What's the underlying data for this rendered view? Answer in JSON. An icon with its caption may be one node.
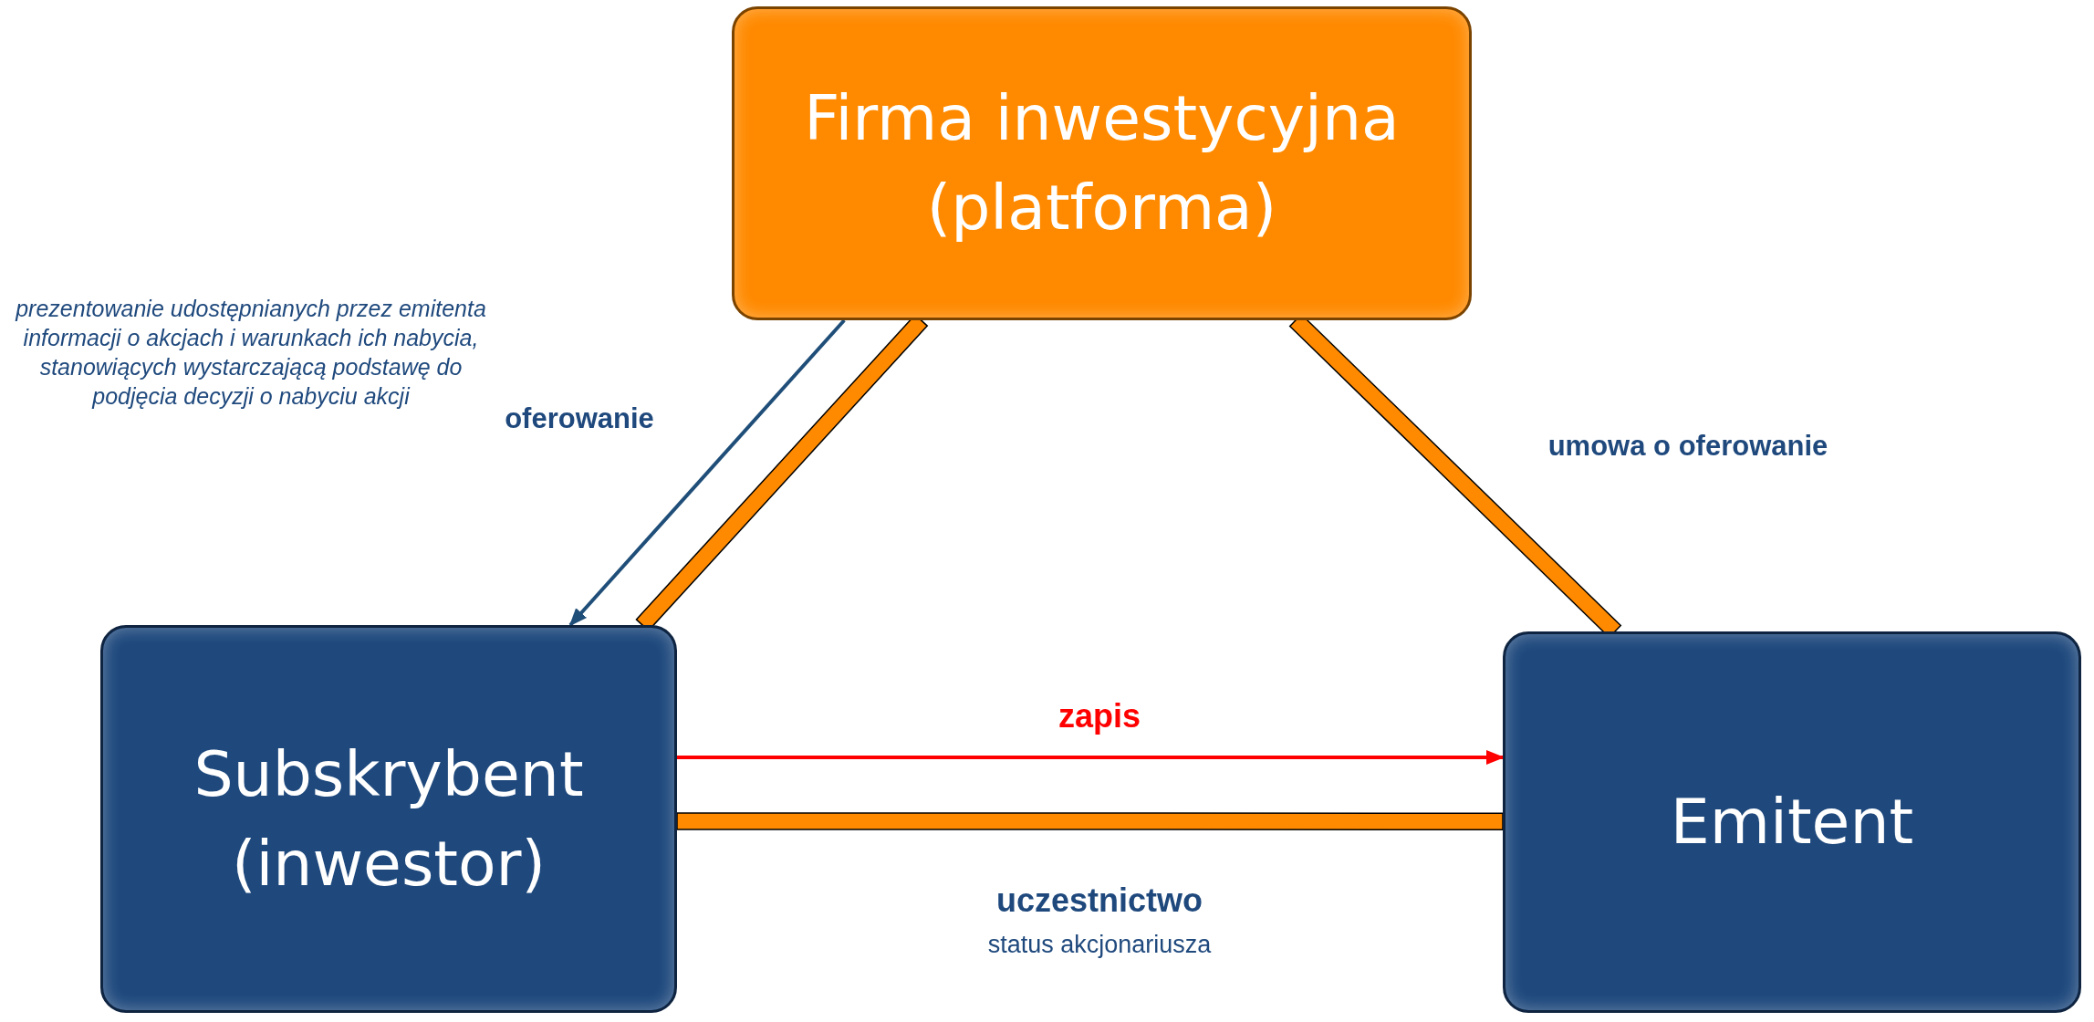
{
  "diagram": {
    "nodes": [
      {
        "text": [
          "Firma inwestycyjna (platforma)"
        ]
      },
      {
        "text": [
          "Subskrybent (inwestor)"
        ]
      },
      {
        "text": [
          "Emitent"
        ]
      }
    ],
    "edges": [
      {
        "from": 0,
        "to": 1,
        "arrow": "none",
        "style": "thick"
      },
      {
        "from": 0,
        "to": 1,
        "arrow": "to",
        "color": "#1f4e79",
        "label": "oferowanie"
      },
      {
        "from": 0,
        "to": 2,
        "arrow": "none",
        "style": "thick",
        "label": "umowa o oferowanie"
      },
      {
        "from": 1,
        "to": 2,
        "arrow": "to",
        "color": "#ff0000",
        "label": "zapis"
      },
      {
        "from": 1,
        "to": 2,
        "arrow": "none",
        "style": "thick",
        "label": "uczestnictwo"
      }
    ],
    "labels": [
      "prezentowanie udostępnianych przez emitenta informacji o akcjach i warunkach ich nabycia, stanowiących wystarczającą podstawę do podjęcia decyzji o nabyciu akcji",
      "status akcjonariusza"
    ]
  }
}
